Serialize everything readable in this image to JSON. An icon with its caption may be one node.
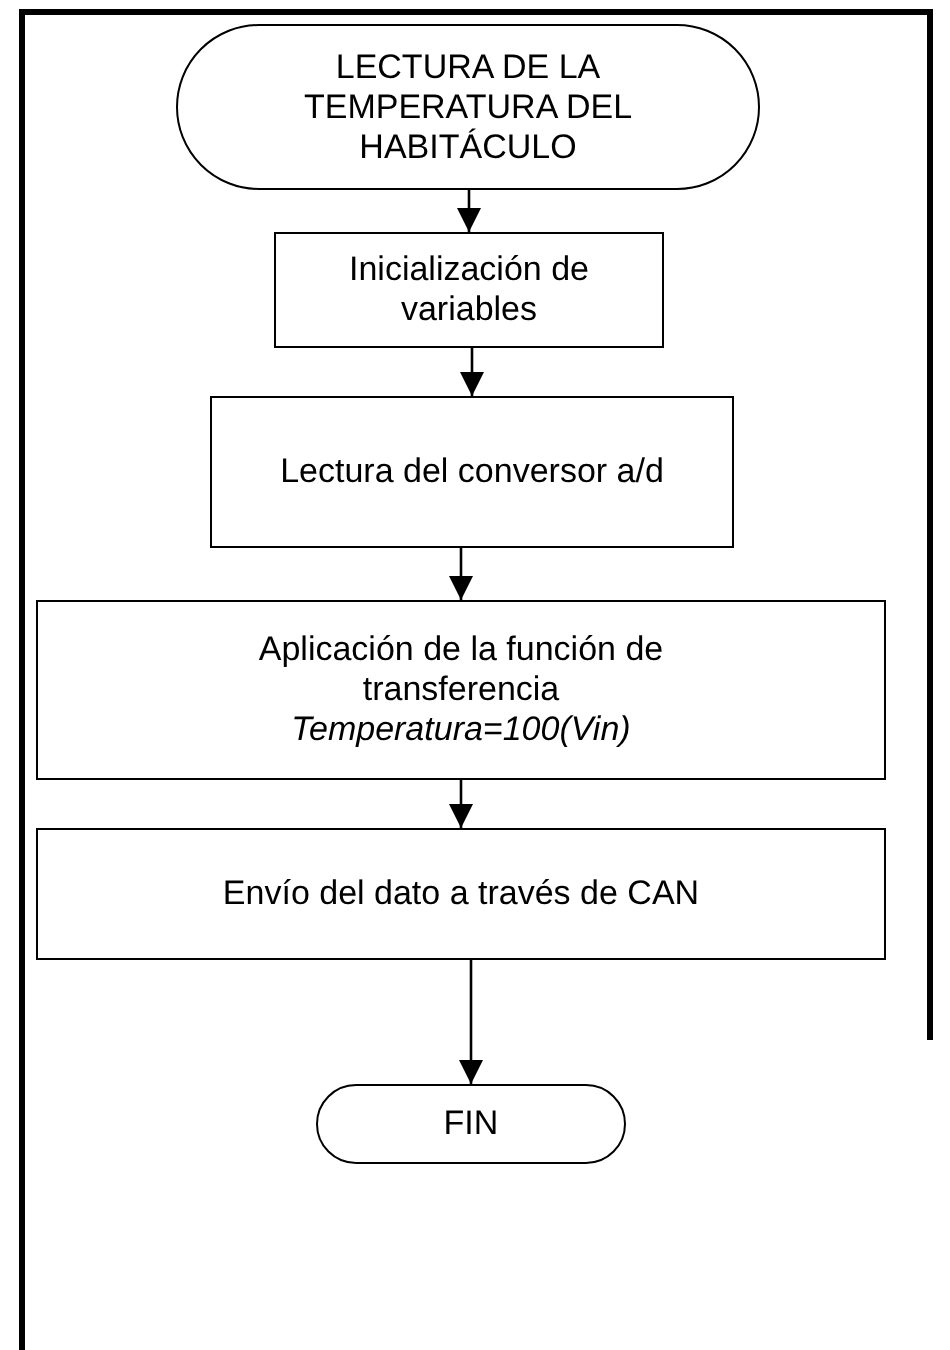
{
  "diagram": {
    "nodes": [
      {
        "text": [
          "LECTURA DE LA TEMPERATURA DEL HABITÁCULO"
        ]
      },
      {
        "text": [
          "Inicialización de variables"
        ]
      },
      {
        "text": [
          "Lectura del conversor a/d"
        ]
      },
      {
        "text": [
          "Aplicación de la función de transferencia",
          "Temperatura=100(Vin)"
        ]
      },
      {
        "text": [
          "Envío del dato a través de CAN"
        ]
      },
      {
        "text": [
          "FIN"
        ]
      }
    ],
    "edges": [
      {
        "from": 0,
        "to": 1,
        "arrow": "to"
      },
      {
        "from": 1,
        "to": 2,
        "arrow": "to"
      },
      {
        "from": 2,
        "to": 3,
        "arrow": "to"
      },
      {
        "from": 3,
        "to": 4,
        "arrow": "to"
      },
      {
        "from": 4,
        "to": 5,
        "arrow": "to"
      }
    ]
  }
}
